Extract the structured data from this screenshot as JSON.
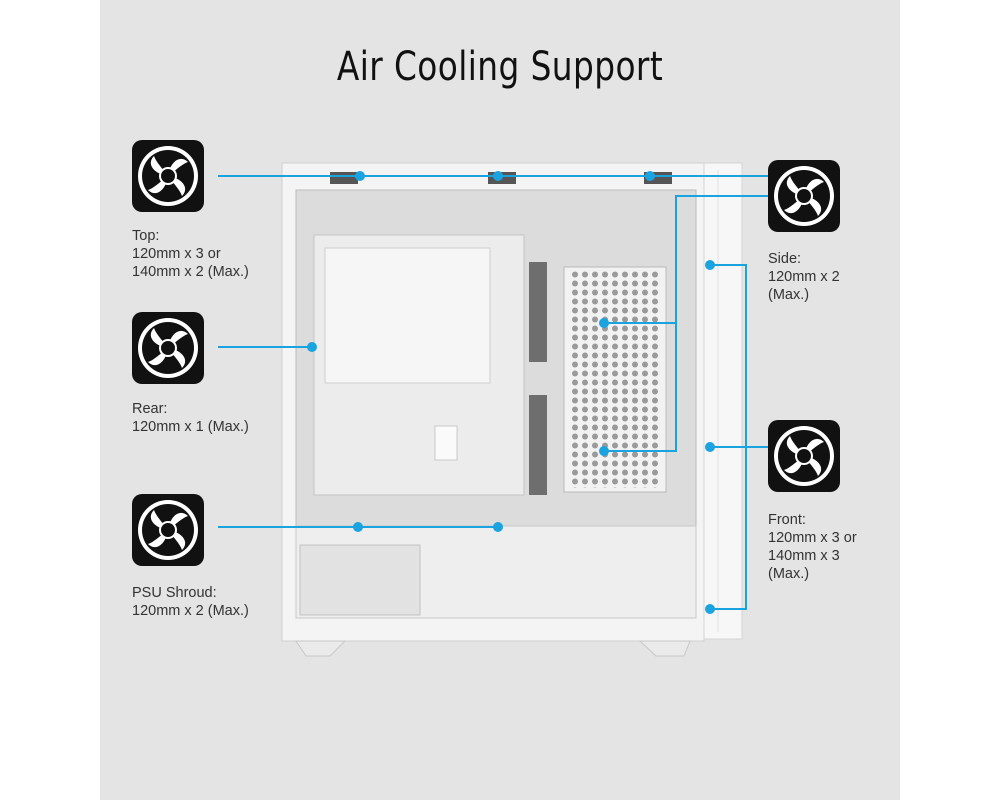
{
  "title": "Air Cooling Support",
  "accent_color": "#1ba3e0",
  "fans": [
    {
      "id": "top",
      "label": "Top:\n120mm x 3 or\n140mm x 2 (Max.)",
      "icon": "fan-icon"
    },
    {
      "id": "rear",
      "label": "Rear:\n120mm x 1 (Max.)",
      "icon": "fan-icon"
    },
    {
      "id": "psu",
      "label": "PSU Shroud:\n120mm x 2 (Max.)",
      "icon": "fan-icon"
    },
    {
      "id": "side",
      "label": "Side:\n120mm x 2\n(Max.)",
      "icon": "fan-icon"
    },
    {
      "id": "front",
      "label": "Front:\n120mm x 3 or\n140mm x 3\n(Max.)",
      "icon": "fan-icon"
    }
  ]
}
